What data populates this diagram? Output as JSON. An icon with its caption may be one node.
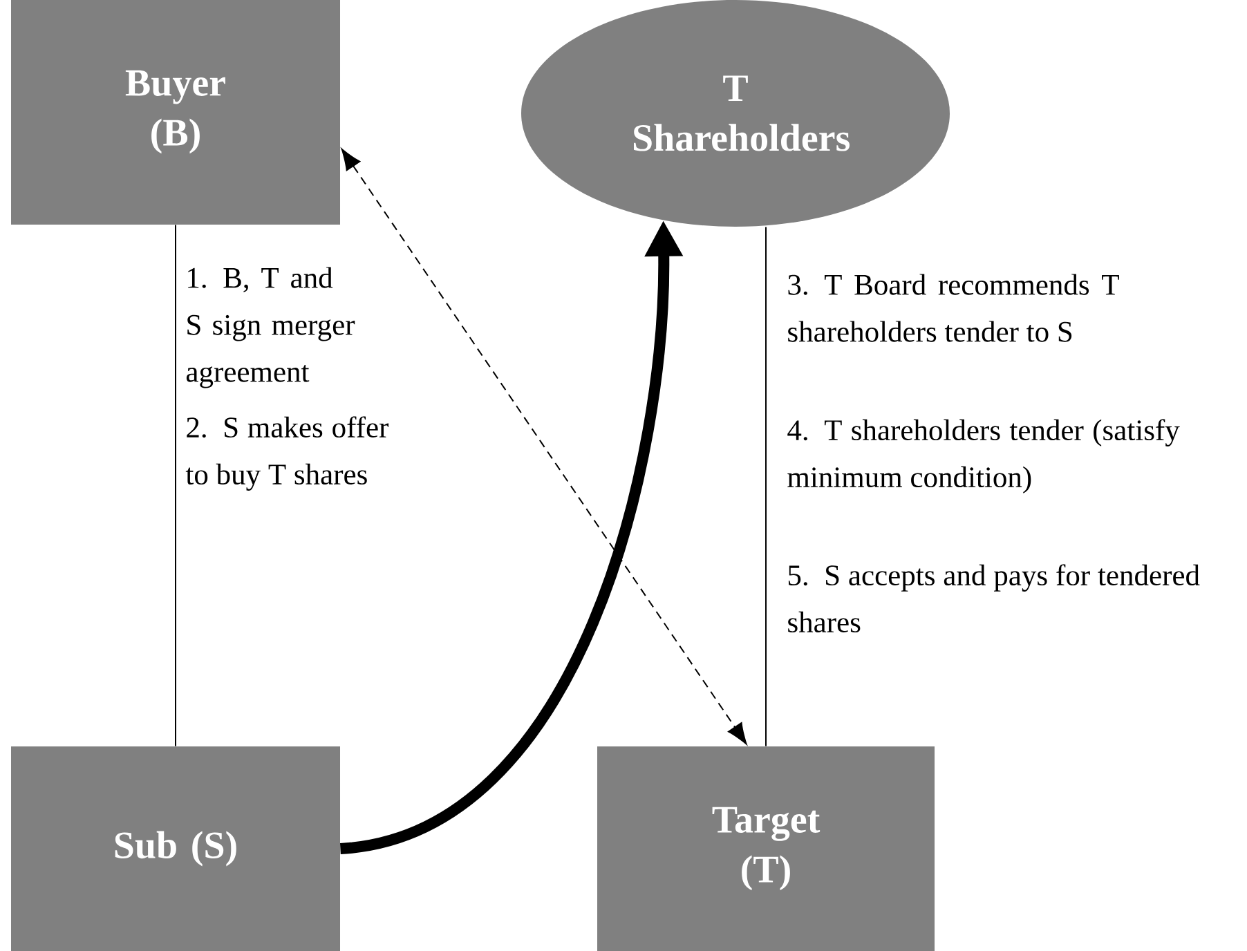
{
  "diagram": {
    "nodes": [
      {
        "text": [
          "Buyer (B)"
        ]
      },
      {
        "text": [
          "T Shareholders"
        ]
      },
      {
        "text": [
          "Sub (S)"
        ]
      },
      {
        "text": [
          "Target (T)"
        ]
      }
    ],
    "edges": [
      {
        "from": 0,
        "to": 2,
        "arrow": "none"
      },
      {
        "from": 0,
        "to": 3,
        "arrow": "both",
        "style": "dashed"
      },
      {
        "from": 2,
        "to": 1,
        "arrow": "to",
        "style": "thick"
      },
      {
        "from": 1,
        "to": 3,
        "arrow": "none"
      }
    ],
    "labels": [
      "1. B, T and S sign merger agreement",
      "2. S makes offer to buy T shares",
      "3. T Board recommends T shareholders tender to S",
      "4. T shareholders tender (satisfy minimum condition)",
      "5. S accepts and pays for tendered shares"
    ]
  }
}
